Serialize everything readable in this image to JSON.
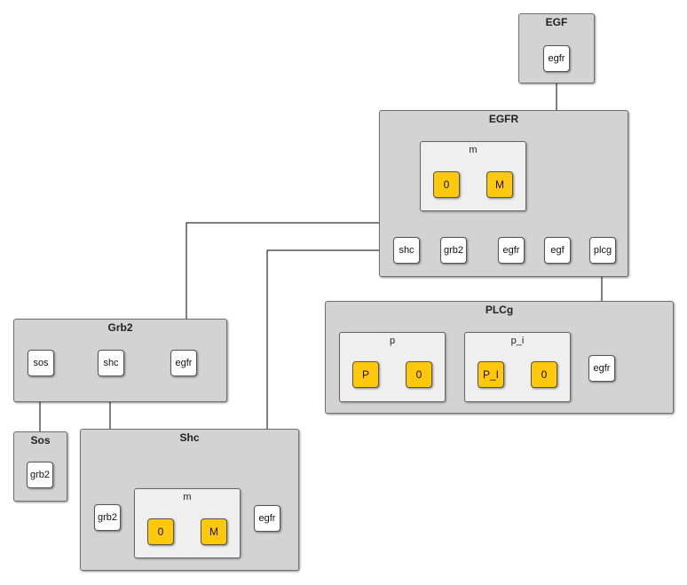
{
  "colors": {
    "agent_fill": "#d3d3d3",
    "group_fill": "#efefef",
    "state_fill": "#ffc80a",
    "site_fill": "#ffffff",
    "link": "#000000"
  },
  "agents": {
    "egf": {
      "title": "EGF",
      "sites": {
        "egfr": "egfr"
      }
    },
    "egfr": {
      "title": "EGFR",
      "m": {
        "label": "m",
        "s0": "0",
        "s1": "M"
      },
      "sites": {
        "shc": "shc",
        "grb2": "grb2",
        "egfr": "egfr",
        "egf": "egf",
        "plcg": "plcg"
      }
    },
    "plcg": {
      "title": "PLCg",
      "p": {
        "label": "p",
        "s0": "P",
        "s1": "0"
      },
      "p_i": {
        "label": "p_i",
        "s0": "P_I",
        "s1": "0"
      },
      "sites": {
        "egfr": "egfr"
      }
    },
    "grb2": {
      "title": "Grb2",
      "sites": {
        "sos": "sos",
        "shc": "shc",
        "egfr": "egfr"
      }
    },
    "sos": {
      "title": "Sos",
      "sites": {
        "grb2": "grb2"
      }
    },
    "shc": {
      "title": "Shc",
      "m": {
        "label": "m",
        "s0": "0",
        "s1": "M"
      },
      "sites": {
        "grb2": "grb2",
        "egfr": "egfr"
      }
    }
  }
}
